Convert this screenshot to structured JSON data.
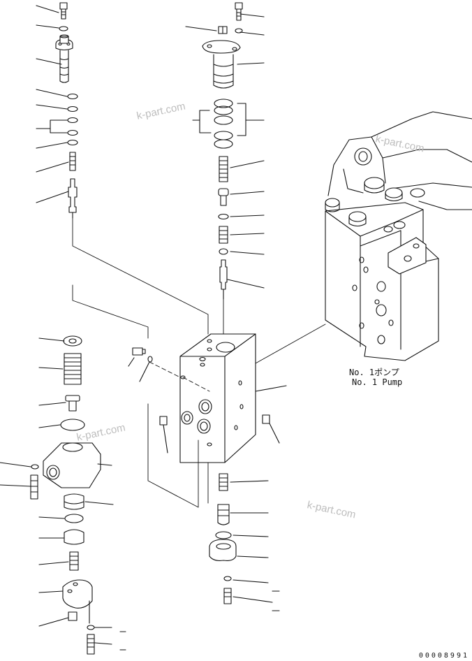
{
  "diagram": {
    "pump_label_ja": "No. 1ポンプ",
    "pump_label_en": "No. 1 Pump",
    "watermark": "k-part.com",
    "drawing_number": "00008991"
  }
}
